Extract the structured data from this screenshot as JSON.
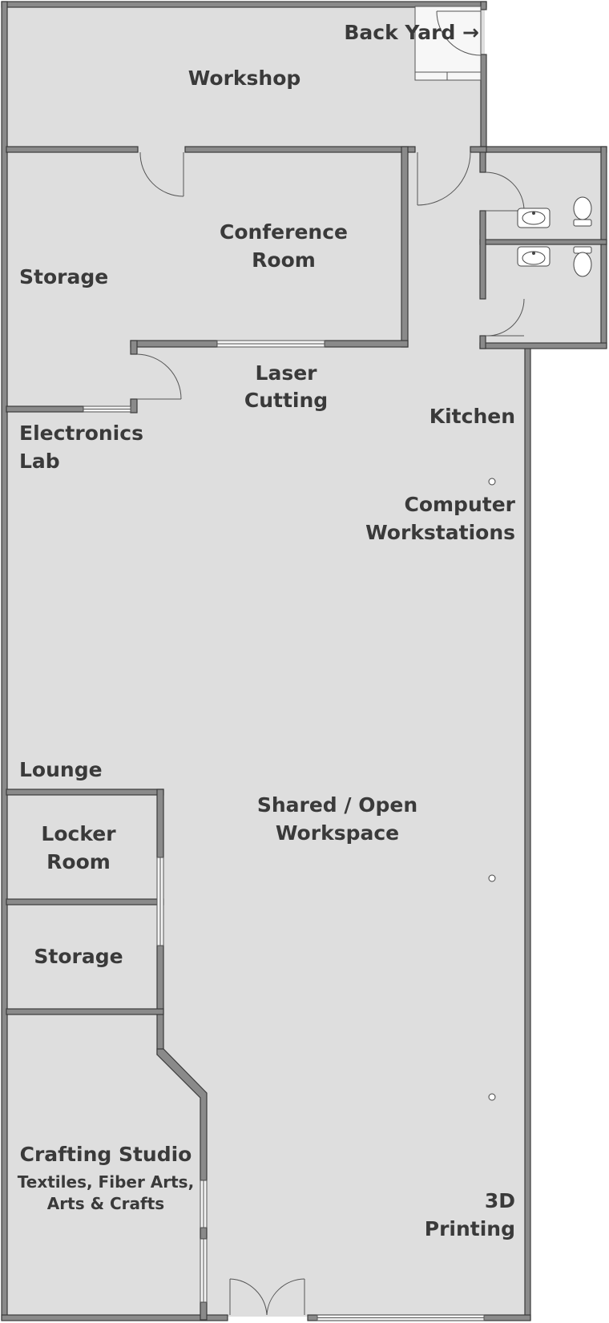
{
  "floorplan": {
    "colors": {
      "floor": "#dedede",
      "wall_fill": "#8a8a8a",
      "wall_stroke": "#3a3a3a",
      "label": "#3a3a3a",
      "door_line": "#555555"
    },
    "rooms": {
      "workshop": "Workshop",
      "back_yard": "Back Yard →",
      "conference_line1": "Conference",
      "conference_line2": "Room",
      "storage_top": "Storage",
      "laser_line1": "Laser",
      "laser_line2": "Cutting",
      "kitchen": "Kitchen",
      "electronics_line1": "Electronics",
      "electronics_line2": "Lab",
      "computer_line1": "Computer",
      "computer_line2": "Workstations",
      "lounge": "Lounge",
      "shared_line1": "Shared / Open",
      "shared_line2": "Workspace",
      "locker_line1": "Locker",
      "locker_line2": "Room",
      "storage_bottom": "Storage",
      "crafting_title": "Crafting Studio",
      "crafting_sub1": "Textiles, Fiber Arts,",
      "crafting_sub2": "Arts & Crafts",
      "printing_line1": "3D",
      "printing_line2": "Printing"
    },
    "fixtures": [
      "sink-icon",
      "toilet-icon",
      "column-icon"
    ]
  }
}
